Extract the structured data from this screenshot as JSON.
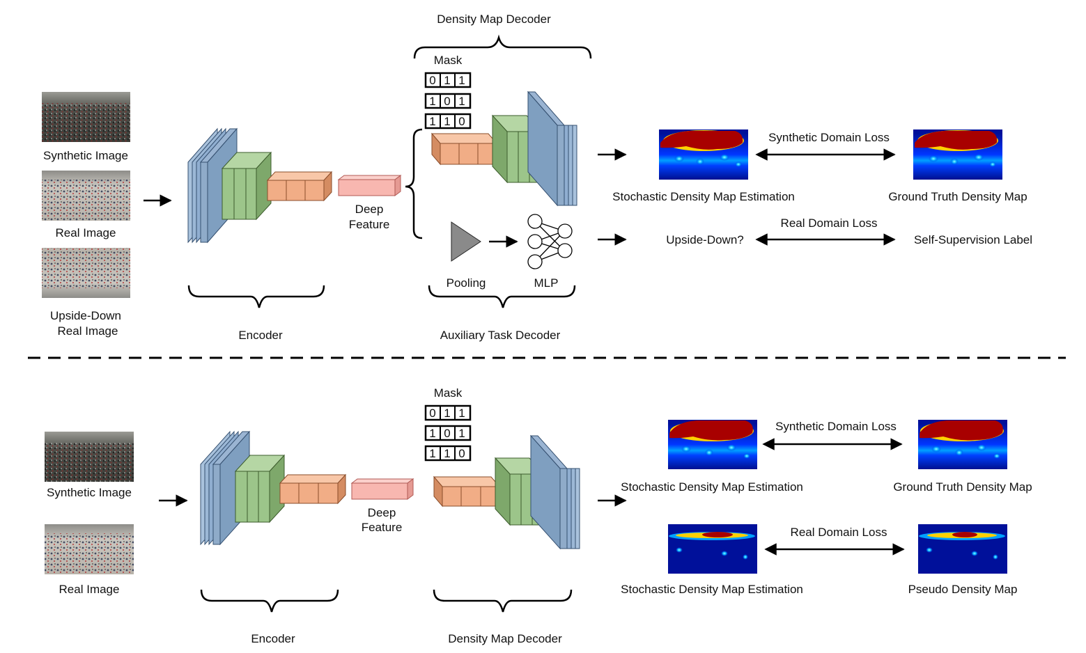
{
  "top": {
    "inputs": {
      "synthetic": "Synthetic Image",
      "real": "Real Image",
      "upside_line1": "Upside-Down",
      "upside_line2": "Real Image"
    },
    "deep_feature_line1": "Deep",
    "deep_feature_line2": "Feature",
    "density_decoder_label": "Density Map Decoder",
    "mask_label": "Mask",
    "mask_rows": [
      [
        "0",
        "1",
        "1"
      ],
      [
        "1",
        "0",
        "1"
      ],
      [
        "1",
        "1",
        "0"
      ]
    ],
    "pooling_label": "Pooling",
    "mlp_label": "MLP",
    "encoder_label": "Encoder",
    "aux_decoder_label": "Auxiliary Task Decoder",
    "stochastic_label": "Stochastic Density Map Estimation",
    "synthetic_loss_label": "Synthetic Domain Loss",
    "gt_label": "Ground Truth Density Map",
    "upside_question": "Upside-Down?",
    "real_loss_label": "Real Domain Loss",
    "self_sup_label": "Self-Supervision Label"
  },
  "bottom": {
    "inputs": {
      "synthetic": "Synthetic Image",
      "real": "Real Image"
    },
    "deep_feature_line1": "Deep",
    "deep_feature_line2": "Feature",
    "mask_label": "Mask",
    "mask_rows": [
      [
        "0",
        "1",
        "1"
      ],
      [
        "1",
        "0",
        "1"
      ],
      [
        "1",
        "1",
        "0"
      ]
    ],
    "encoder_label": "Encoder",
    "density_decoder_label": "Density Map Decoder",
    "stochastic_label_1": "Stochastic Density Map Estimation",
    "synthetic_loss_label": "Synthetic Domain Loss",
    "gt_label": "Ground Truth Density Map",
    "stochastic_label_2": "Stochastic Density Map Estimation",
    "real_loss_label": "Real Domain Loss",
    "pseudo_label": "Pseudo Density Map"
  },
  "colors": {
    "blue_layer": "#7f9fc0",
    "green_layer": "#9cc58a",
    "orange_layer": "#f1ad86",
    "pink_feature": "#f8b7b0",
    "pool_triangle": "#8a8a8a",
    "heat_low": "#00109a",
    "heat_high": "#a80000"
  }
}
